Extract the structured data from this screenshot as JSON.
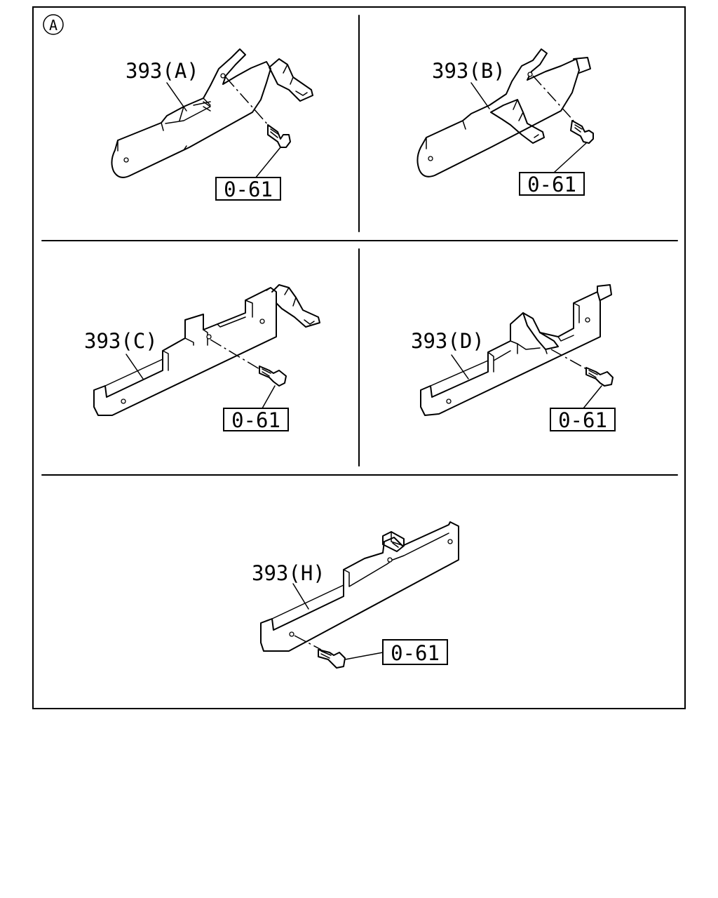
{
  "figure": {
    "view_marker": "A",
    "panels": [
      {
        "id": "a",
        "part_label": "393(A)",
        "bolt_label": "0-61"
      },
      {
        "id": "b",
        "part_label": "393(B)",
        "bolt_label": "0-61"
      },
      {
        "id": "c",
        "part_label": "393(C)",
        "bolt_label": "0-61"
      },
      {
        "id": "d",
        "part_label": "393(D)",
        "bolt_label": "0-61"
      },
      {
        "id": "h",
        "part_label": "393(H)",
        "bolt_label": "0-61"
      }
    ]
  }
}
